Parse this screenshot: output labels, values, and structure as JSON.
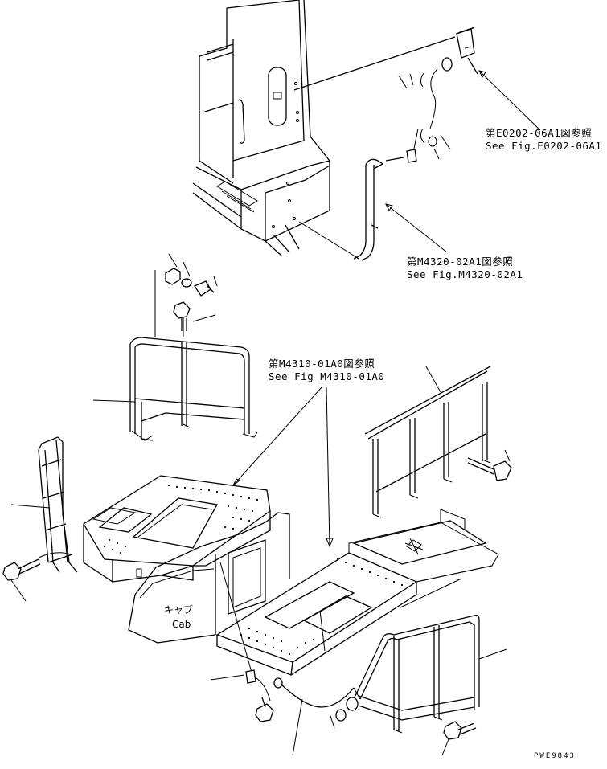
{
  "references": [
    {
      "id": "ref_e0202",
      "jp": "第E0202-06A1図参照",
      "en": "See Fig.E0202-06A1"
    },
    {
      "id": "ref_m4320",
      "jp": "第M4320-02A1図参照",
      "en": "See Fig.M4320-02A1"
    },
    {
      "id": "ref_m4310",
      "jp": "第M4310-01A0図参照",
      "en": "See Fig M4310-01A0"
    }
  ],
  "cab": {
    "jp": "キャブ",
    "en": "Cab"
  },
  "drawing_code": "PWE9843"
}
